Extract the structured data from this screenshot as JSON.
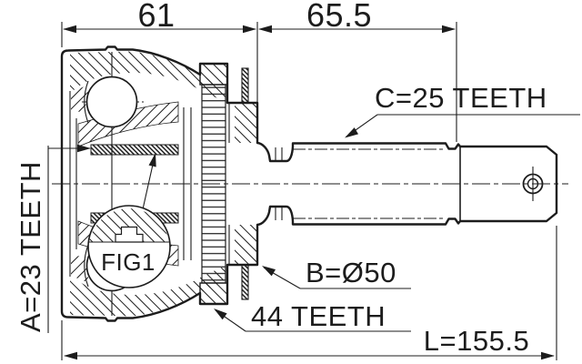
{
  "colors": {
    "ink": "#1c1c1c",
    "paper": "#ffffff"
  },
  "drawing": {
    "figure_label": "FIG1",
    "dim_joint_width": "61",
    "dim_shaft_length": "65.5",
    "dim_total_length": "L=155.5",
    "callout_inner_spline": "A=23 TEETH",
    "callout_shaft_spline": "C=25 TEETH",
    "callout_body_diameter": "B=Ø50",
    "callout_abs_ring_teeth": "44 TEETH"
  }
}
